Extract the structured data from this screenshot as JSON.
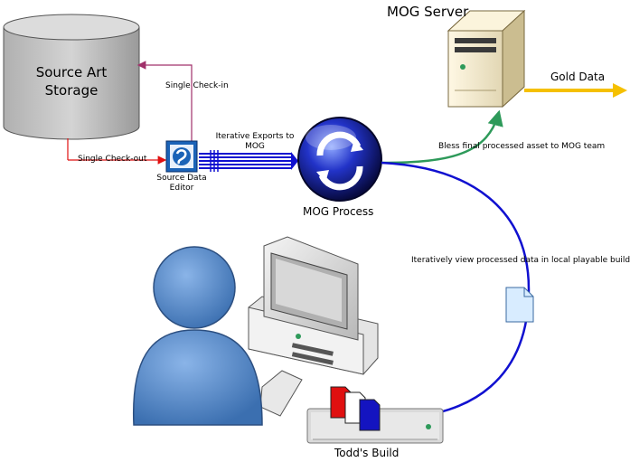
{
  "labels": {
    "source_storage": [
      "Source Art",
      "Storage"
    ],
    "single_checkin": "Single Check-in",
    "single_checkout": "Single Check-out",
    "editor": [
      "Source Data",
      "Editor"
    ],
    "iterative_exports": [
      "Iterative Exports to",
      "MOG"
    ],
    "mog_process": "MOG Process",
    "mog_server": "MOG Server",
    "gold_data": "Gold Data",
    "bless": "Bless final processed asset to MOG team",
    "iterative_view": "Iteratively view processed data in local playable build",
    "todds_build": "Todd's Build"
  },
  "colors": {
    "storage_fill": "#c8c8c8",
    "arrow_checkin": "#a0306a",
    "arrow_checkout": "#e01010",
    "arrow_blue": "#1010d0",
    "arrow_green": "#2e9a5a",
    "arrow_gold": "#f5c000",
    "person_fill": "#5c8fcc",
    "server_fill": "#f0ead0"
  },
  "icons": [
    "database-icon",
    "editor-app-icon",
    "mog-process-orb-icon",
    "server-tower-icon",
    "person-icon",
    "computer-icon",
    "document-icon",
    "build-device-icon",
    "page-stack-icon"
  ]
}
